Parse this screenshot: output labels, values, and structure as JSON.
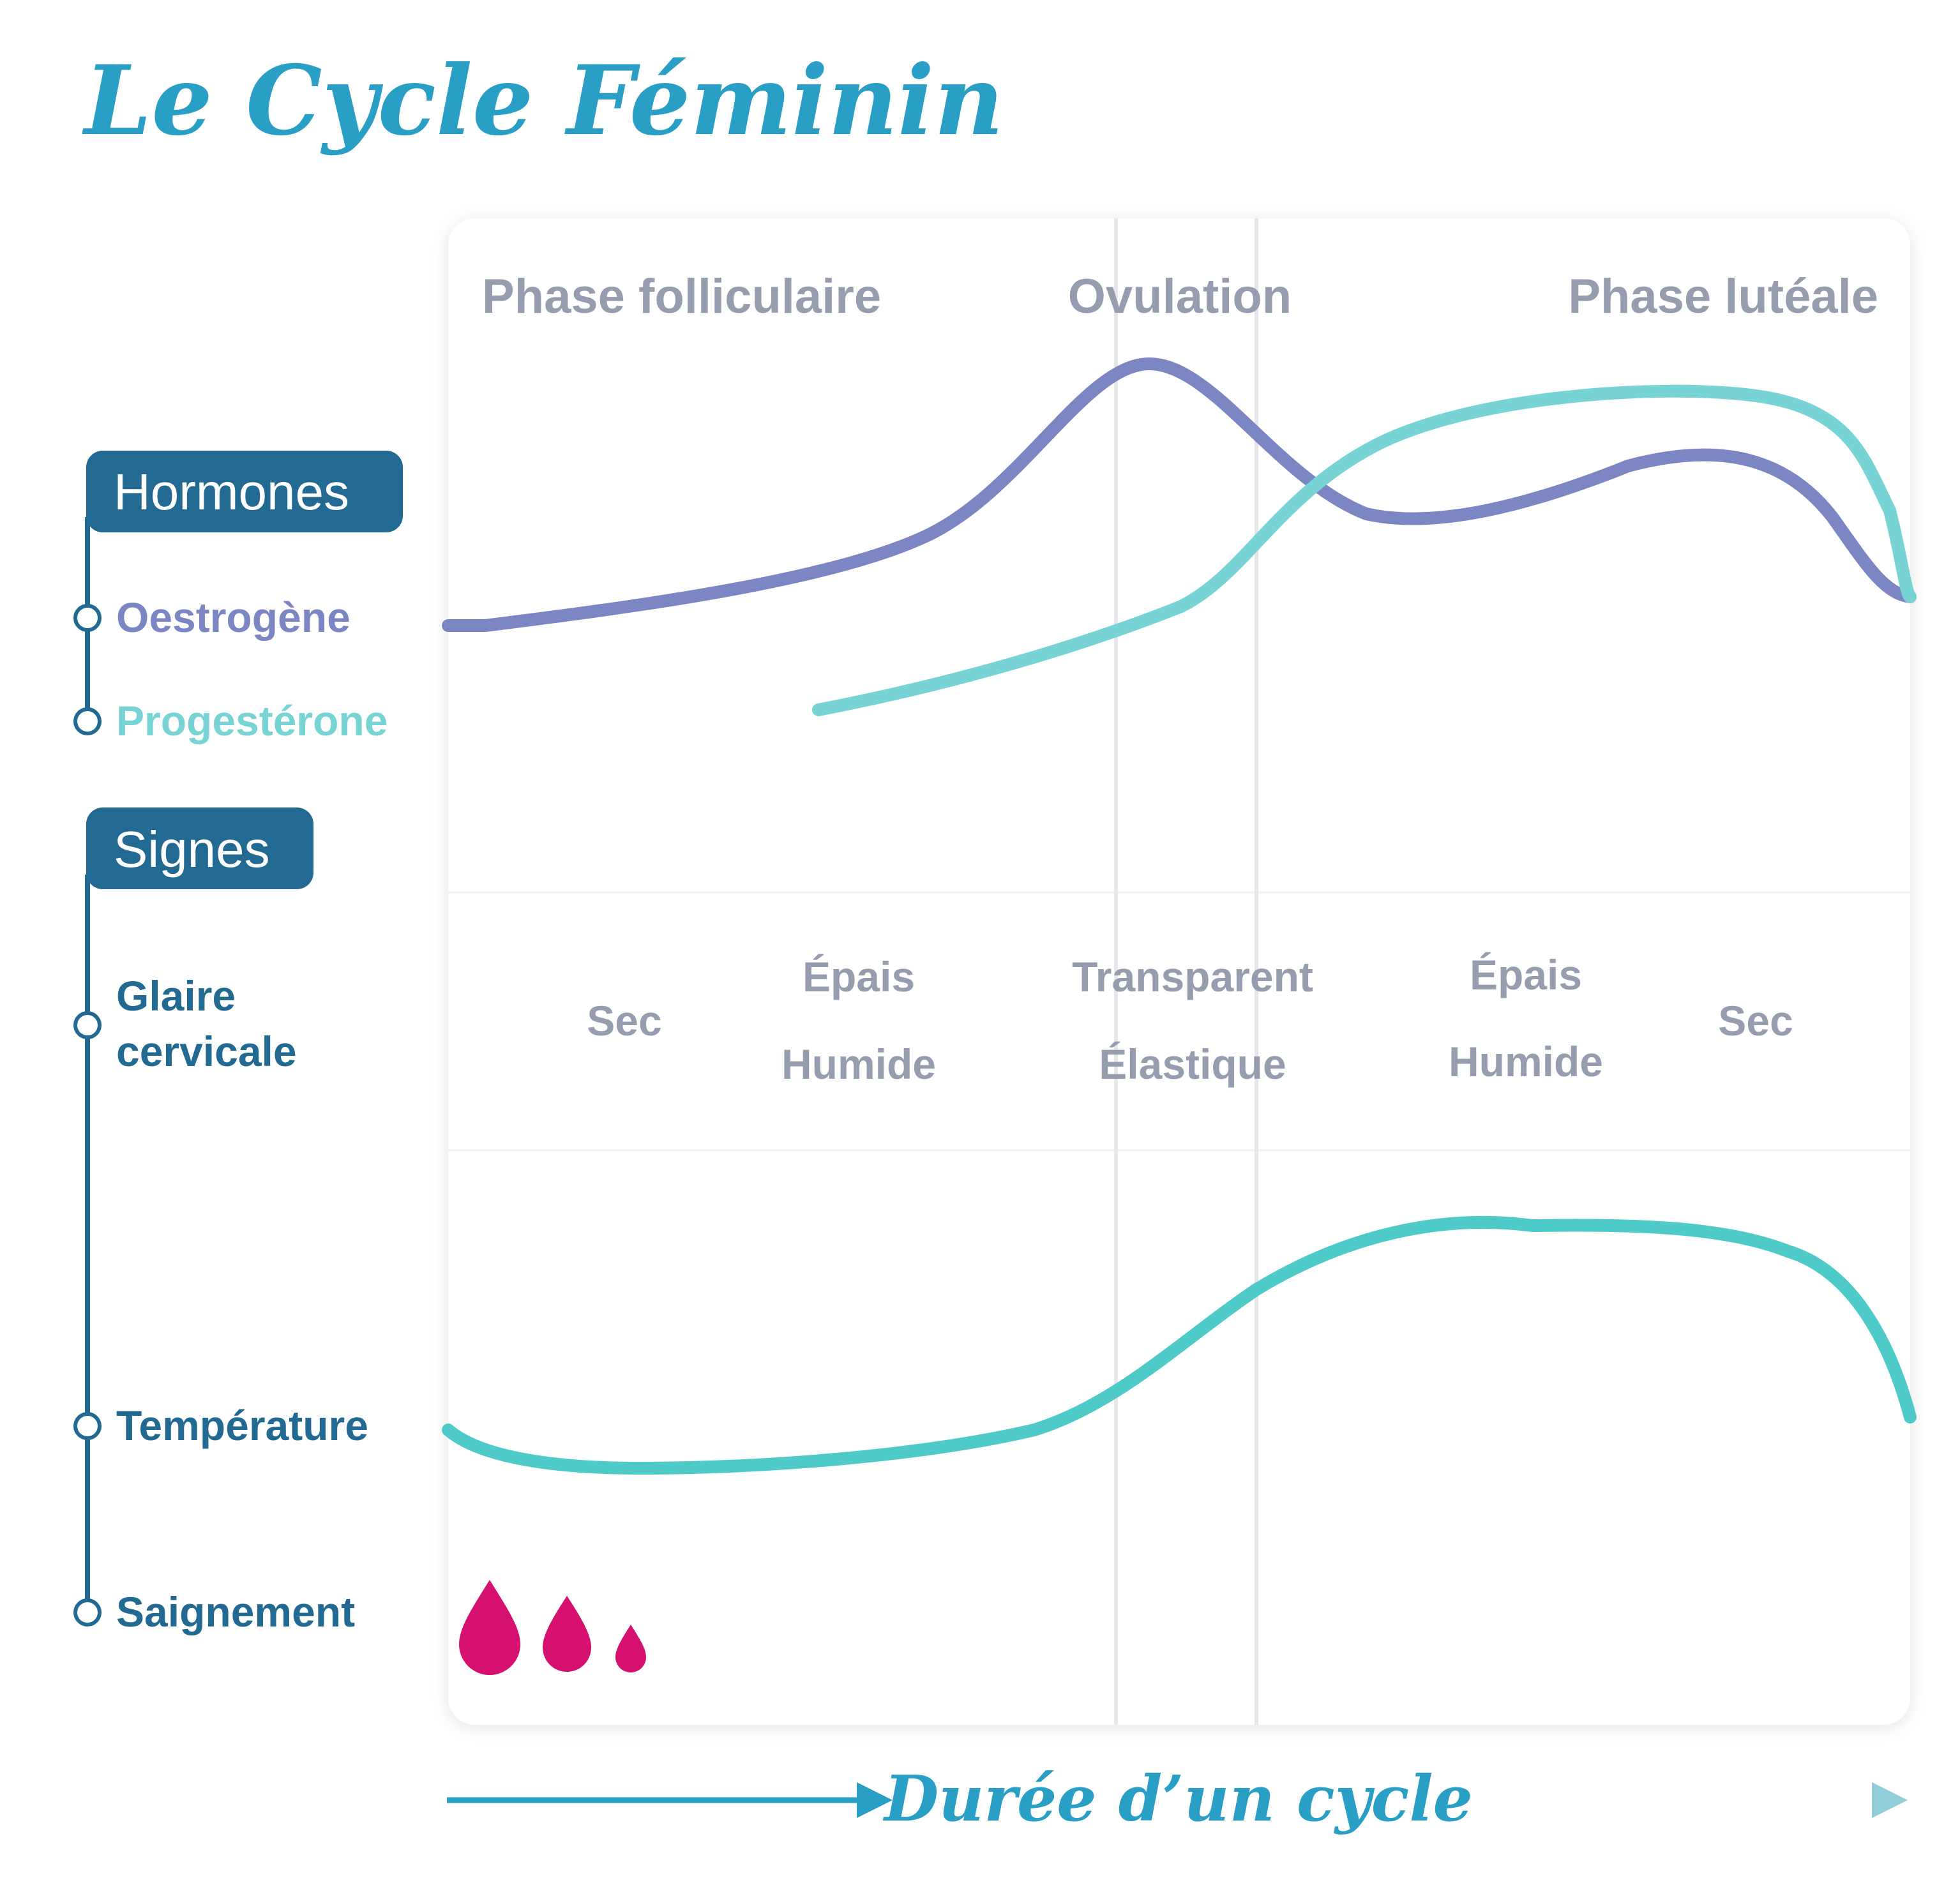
{
  "title": "Le Cycle Féminin",
  "sections": {
    "hormones": "Hormones",
    "signes": "Signes"
  },
  "legend": {
    "oestrogene": "Oestrogène",
    "progesterone": "Progestérone"
  },
  "signs": {
    "glaire_line1": "Glaire",
    "glaire_line2": "cervicale",
    "temperature": "Température",
    "saignement": "Saignement"
  },
  "phases": {
    "folliculaire": "Phase folliculaire",
    "ovulation": "Ovulation",
    "luteale": "Phase lutéale"
  },
  "mucus": [
    {
      "lines": [
        "Sec"
      ]
    },
    {
      "lines": [
        "Épais",
        "Humide"
      ]
    },
    {
      "lines": [
        "Transparent",
        "Élastique"
      ]
    },
    {
      "lines": [
        "Épais",
        "Humide"
      ]
    },
    {
      "lines": [
        "Sec"
      ]
    }
  ],
  "x_axis_label": "Durée d’un cycle",
  "colors": {
    "title": "#2a9fc5",
    "oestrogene": "#7b86c3",
    "progesterone": "#78d3d5",
    "temperature": "#4ecac9",
    "pill": "#226a91",
    "phase_text": "#959dae",
    "bleeding": "#d6106f"
  },
  "bleeding_drops": 3
}
